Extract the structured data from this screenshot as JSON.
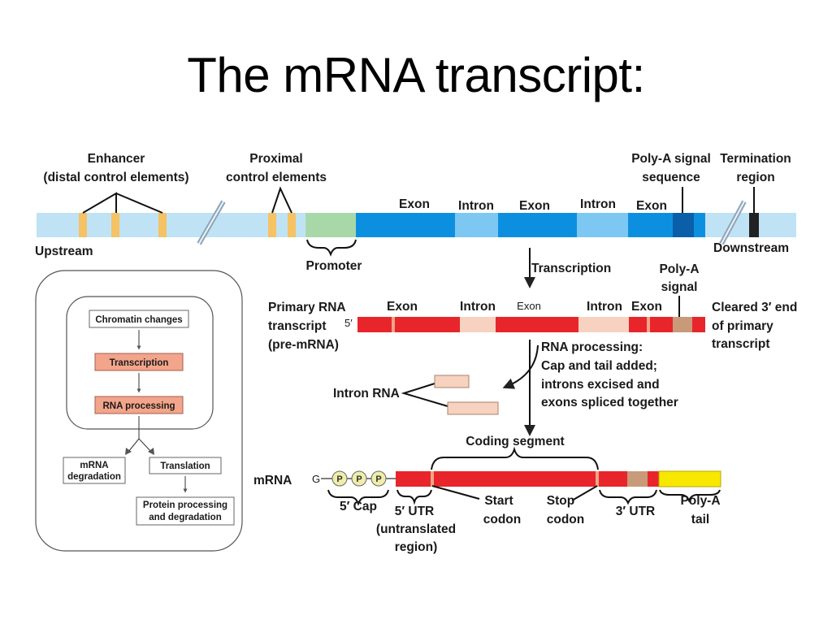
{
  "title": "The mRNA transcript:",
  "gene": {
    "enhancer_label": [
      "Enhancer",
      "(distal control elements)"
    ],
    "proximal_label": [
      "Proximal",
      "control elements"
    ],
    "polya_signal_seq_label": [
      "Poly-A signal",
      "sequence"
    ],
    "termination_label": [
      "Termination",
      "region"
    ],
    "upstream": "Upstream",
    "downstream": "Downstream",
    "promoter": "Promoter",
    "segments": [
      "Exon",
      "Intron",
      "Exon",
      "Intron",
      "Exon"
    ]
  },
  "transcription": "Transcription",
  "primary": {
    "label": [
      "Primary RNA",
      "transcript",
      "(pre-mRNA)"
    ],
    "five_prime": "5′",
    "segments": [
      "Exon",
      "Intron",
      "Exon",
      "Intron",
      "Exon"
    ],
    "polya_signal": [
      "Poly-A",
      "signal"
    ],
    "cleared": [
      "Cleared 3′ end",
      "of primary",
      "transcript"
    ]
  },
  "processing": [
    "RNA processing:",
    "Cap and tail added;",
    "introns excised and",
    "exons spliced together"
  ],
  "intron_rna": "Intron RNA",
  "mrna": {
    "label": "mRNA",
    "g": "G",
    "p": [
      "P",
      "P",
      "P"
    ],
    "coding_segment": "Coding segment",
    "cap": "5′ Cap",
    "utr5": [
      "5′ UTR",
      "(untranslated",
      "region)"
    ],
    "start": [
      "Start",
      "codon"
    ],
    "stop": [
      "Stop",
      "codon"
    ],
    "utr3": "3′ UTR",
    "polya_tail": [
      "Poly-A",
      "tail"
    ]
  },
  "flow": {
    "chromatin": "Chromatin changes",
    "transcription": "Transcription",
    "rna_processing": "RNA processing",
    "degradation": [
      "mRNA",
      "degradation"
    ],
    "translation": "Translation",
    "protein": [
      "Protein processing",
      "and degradation"
    ]
  },
  "colors": {
    "dna_light": "#bfe3f5",
    "exon_blue": "#0d8fe0",
    "intron_blue": "#7cc8f2",
    "dark_blue": "#0a5fa8",
    "promoter_green": "#a8d8a8",
    "control_yellow": "#f5c264",
    "red": "#e8252b",
    "intron_pink": "#f7d2c0",
    "tan": "#c89a7a",
    "tail_yellow": "#f8e800",
    "p_circle": "#eeeeaa",
    "flow_salmon": "#f2a58a"
  }
}
